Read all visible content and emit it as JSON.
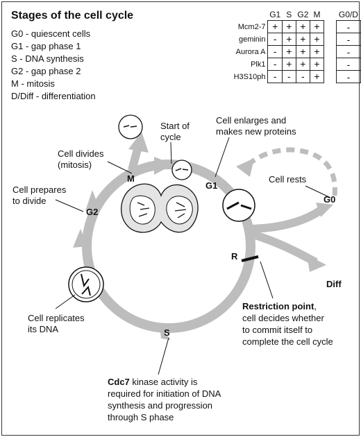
{
  "legend": {
    "title": "Stages of the cell cycle",
    "items": [
      "G0 - quiescent cells",
      "G1 - gap phase 1",
      "S - DNA synthesis",
      "G2 - gap phase 2",
      "M - mitosis",
      "D/Diff - differentiation"
    ]
  },
  "marker_table": {
    "columns": [
      "G1",
      "S",
      "G2",
      "M",
      "G0/D"
    ],
    "rows": [
      {
        "name": "Mcm2-7",
        "values": [
          "+",
          "+",
          "+",
          "+",
          "-"
        ]
      },
      {
        "name": "geminin",
        "values": [
          "-",
          "+",
          "+",
          "+",
          "-"
        ]
      },
      {
        "name": "Aurora A",
        "values": [
          "-",
          "+",
          "+",
          "+",
          "-"
        ]
      },
      {
        "name": "Plk1",
        "values": [
          "-",
          "+",
          "+",
          "+",
          "-"
        ]
      },
      {
        "name": "H3S10ph",
        "values": [
          "-",
          "-",
          "-",
          "+",
          "-"
        ]
      }
    ]
  },
  "phases": {
    "m": "M",
    "g1": "G1",
    "g2": "G2",
    "s": "S",
    "g0": "G0",
    "diff": "Diff",
    "r": "R"
  },
  "labels": {
    "start_1": "Start of",
    "start_2": "cycle",
    "enlarges_1": "Cell enlarges and",
    "enlarges_2": "makes new proteins",
    "divides_1": "Cell divides",
    "divides_2": "(mitosis)",
    "prepares_1": "Cell prepares",
    "prepares_2": "to divide",
    "rests": "Cell rests",
    "replicates_1": "Cell replicates",
    "replicates_2": "its DNA",
    "restriction_bold": "Restriction point",
    "restriction_1_rest": ",",
    "restriction_2": "cell decides whether",
    "restriction_3": "to commit itself to",
    "restriction_4": "complete the cell cycle",
    "cdc7_bold": "Cdc7",
    "cdc7_1_rest": " kinase activity is",
    "cdc7_2": "required for initiation of DNA",
    "cdc7_3": "synthesis and progression",
    "cdc7_4": "through S phase"
  },
  "colors": {
    "arrow": "#bdbdbd",
    "line": "#111111"
  }
}
